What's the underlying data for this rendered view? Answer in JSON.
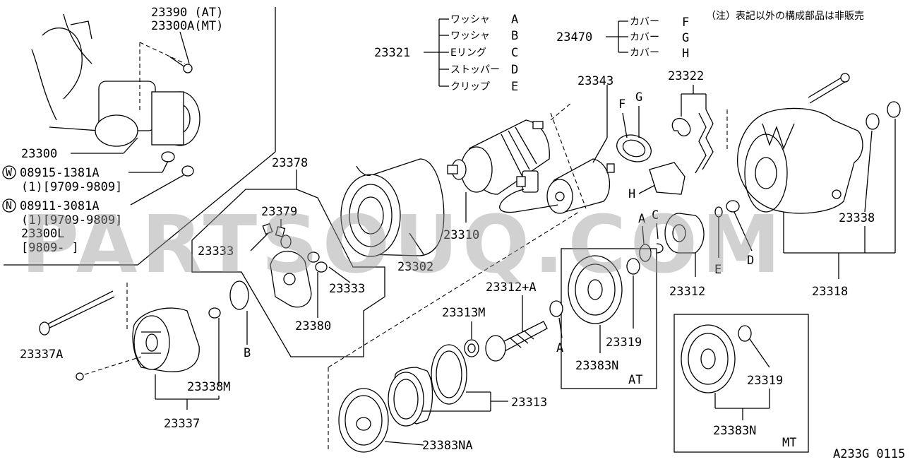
{
  "watermark": "PARTSOUQ.COM",
  "footer_code": "A233G 0115",
  "note": "（注）表記以外の構成部品は非販売",
  "group_23321": {
    "number": "23321",
    "items": [
      {
        "name": "ワッシャ",
        "letter": "A"
      },
      {
        "name": "ワッシャ",
        "letter": "B"
      },
      {
        "name": "Eリング",
        "letter": "C"
      },
      {
        "name": "ストッパー",
        "letter": "D"
      },
      {
        "name": "クリップ",
        "letter": "E"
      }
    ]
  },
  "group_23470": {
    "number": "23470",
    "items": [
      {
        "name": "カバー",
        "letter": "F"
      },
      {
        "name": "カバー",
        "letter": "G"
      },
      {
        "name": "カバー",
        "letter": "H"
      }
    ]
  },
  "inset": {
    "line1": "23390 (AT)",
    "line2": "23300A(MT)",
    "starter": "23300",
    "w_symbol": "W",
    "w_part": "08915-1381A",
    "w_qty": "(1)[9709-9809]",
    "n_symbol": "N",
    "n_part": "08911-3081A",
    "n_qty": "(1)[9709-9809]",
    "alt_part": "23300L",
    "alt_range": "[9809-      ]"
  },
  "labels": {
    "p23378": "23378",
    "p23379": "23379",
    "p23333a": "23333",
    "p23333b": "23333",
    "p23380": "23380",
    "p23337a": "23337A",
    "p23338m": "23338M",
    "p23337": "23337",
    "b": "B",
    "p23302": "23302",
    "p23310": "23310",
    "p23343": "23343",
    "f": "F",
    "g": "G",
    "h": "H",
    "p23322": "23322",
    "a1": "A",
    "c": "C",
    "e": "E",
    "d": "D",
    "p23312": "23312",
    "p23312a": "23312+A",
    "p23313m": "23313M",
    "a2": "A",
    "p23313": "23313",
    "p23383na": "23383NA",
    "p23319a": "23319",
    "p23383n_at": "23383N",
    "at": "AT",
    "p23319b": "23319",
    "p23383n_mt": "23383N",
    "mt": "MT",
    "p23338": "23338",
    "p23318": "23318"
  }
}
